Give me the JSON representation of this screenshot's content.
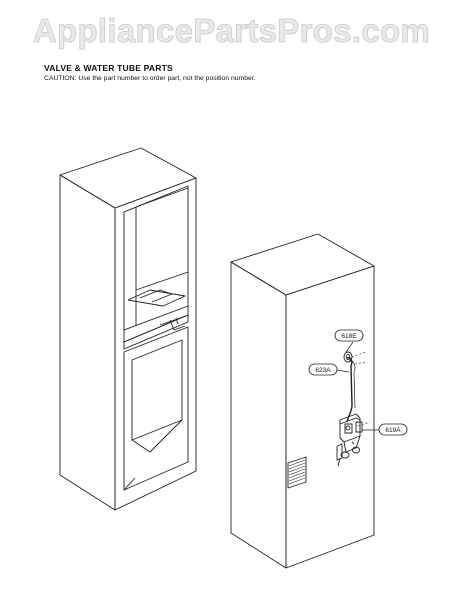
{
  "watermark": "AppliancePartsPros.com",
  "header": {
    "title": "VALVE & WATER TUBE PARTS",
    "caution": "CAUTION: Use the part number to order part, not the position number."
  },
  "callouts": {
    "c1": "618E",
    "c2": "623A",
    "c3": "619A"
  }
}
